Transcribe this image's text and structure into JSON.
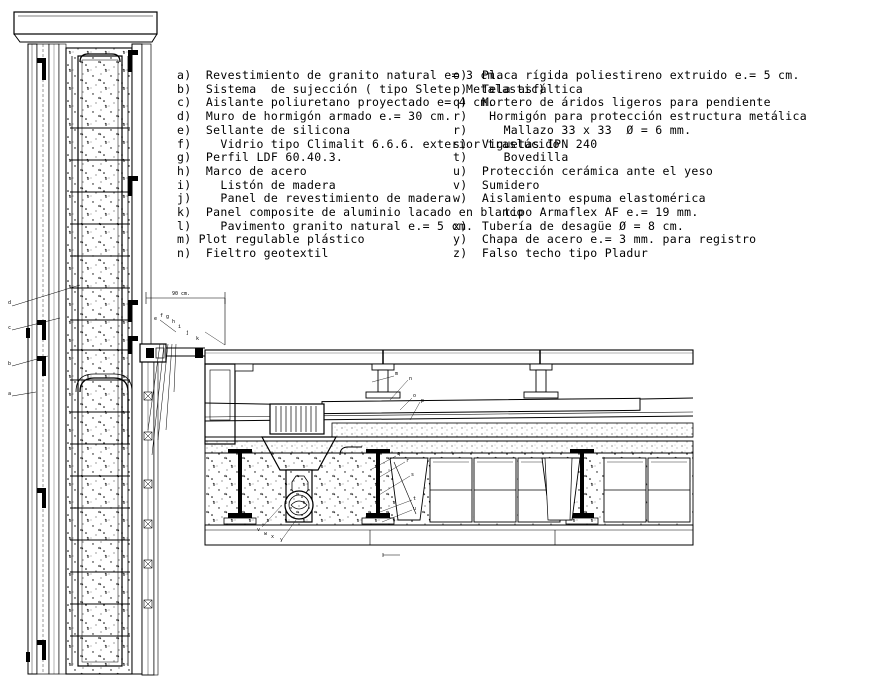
{
  "legend_left": [
    "a)  Revestimiento de granito natural e= 3 cm.",
    "b)  Sistema  de sujección ( tipo Slete  Metalastic)",
    "c)  Aislante poliuretano proyectado e= 4 cm.",
    "d)  Muro de hormigón armado e.= 30 cm.",
    "e)  Sellante de silicona",
    "f)    Vidrio tipo Climalit 6.6.6. exterior traslúcido",
    "g)  Perfil LDF 60.40.3.",
    "h)  Marco de acero",
    "i)    Listón de madera",
    "j)    Panel de revestimiento de madera",
    "k)  Panel composite de aluminio lacado en blanco",
    "l)    Pavimento granito natural e.= 5 cm.",
    "m) Plot regulable plástico",
    "n)  Fieltro geotextil"
  ],
  "legend_right": [
    "o)  Placa rígida poliestireno extruido e.= 5 cm.",
    "p)  Tela asfáltica",
    "q)  Mortero de áridos ligeros para pendiente",
    "r)   Hormigón para protección estructura metálica",
    "r)     Mallazo 33 x 33  Ø = 6 mm.",
    "s)  Viguetas IPN 240",
    "t)     Bovedilla",
    "u)  Protección cerámica ante el yeso",
    "v)  Sumidero",
    "w)  Aislamiento espuma elastomérica",
    "       tipo Armaflex AF e.= 19 mm.",
    "x)  Tubería de desagüe Ø = 8 cm.",
    "y)  Chapa de acero e.= 3 mm. para registro",
    "z)  Falso techo tipo Pladur"
  ],
  "dimension_label": "90 cm.",
  "wall_callouts": [
    "d",
    "c",
    "b",
    "a"
  ],
  "slab_callouts": [
    "e",
    "f",
    "g",
    "h",
    "i",
    "j",
    "k"
  ],
  "floor_callouts": [
    "m",
    "n",
    "o",
    "p"
  ],
  "structure_callouts": [
    "q",
    "r",
    "s",
    "t",
    "u"
  ],
  "bottom_callouts": [
    "v",
    "w",
    "x",
    "y"
  ],
  "colors": {
    "line": "#000000",
    "background": "#ffffff",
    "hatch": "#333333"
  }
}
